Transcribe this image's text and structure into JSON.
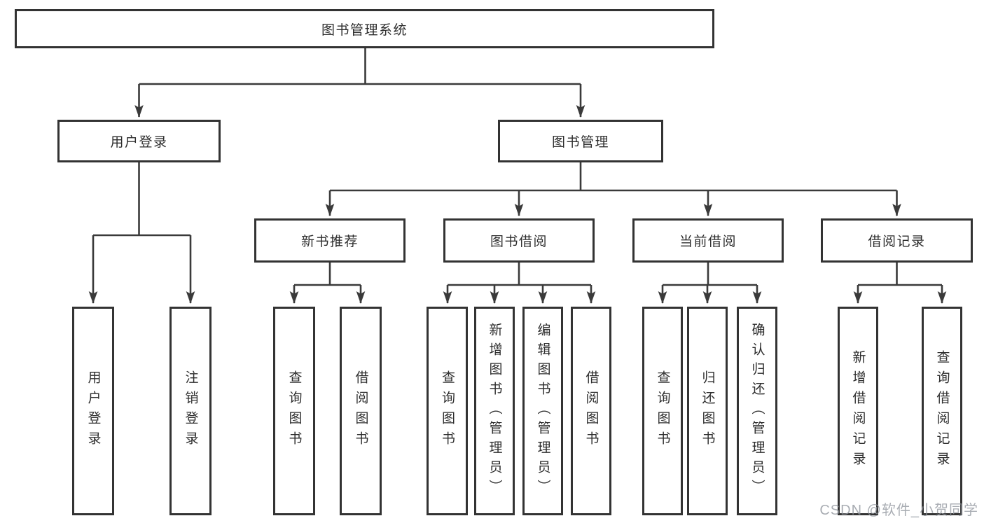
{
  "page": {
    "background": "#ffffff",
    "line_color": "#3a3a3a",
    "box_border_color": "#333333",
    "text_color": "#2d2d2d",
    "watermark": "CSDN @软件_小贺同学"
  },
  "nodes": {
    "root": {
      "label": "图书管理系统"
    },
    "userLogin": {
      "label": "用户登录"
    },
    "bookMgmt": {
      "label": "图书管理"
    },
    "newBookRec": {
      "label": "新书推荐"
    },
    "bookBorrow": {
      "label": "图书借阅"
    },
    "currentBorrow": {
      "label": "当前借阅"
    },
    "borrowRecord": {
      "label": "借阅记录"
    },
    "leafUserLogin": {
      "label": "用户登录"
    },
    "leafLogout": {
      "label": "注销登录"
    },
    "leafQueryBook1": {
      "label": "查询图书"
    },
    "leafBorrowBook1": {
      "label": "借阅图书"
    },
    "leafQueryBook2": {
      "label": "查询图书"
    },
    "leafAddBook": {
      "label": "新增图书（管理员）"
    },
    "leafEditBook": {
      "label": "编辑图书（管理员）"
    },
    "leafBorrowBook2": {
      "label": "借阅图书"
    },
    "leafQueryBook3": {
      "label": "查询图书"
    },
    "leafReturnBook": {
      "label": "归还图书"
    },
    "leafConfirmReturn": {
      "label": "确认归还（管理员）"
    },
    "leafAddBorrowRecord": {
      "label": "新增借阅记录"
    },
    "leafQueryBorrowRecord": {
      "label": "查询借阅记录"
    }
  }
}
